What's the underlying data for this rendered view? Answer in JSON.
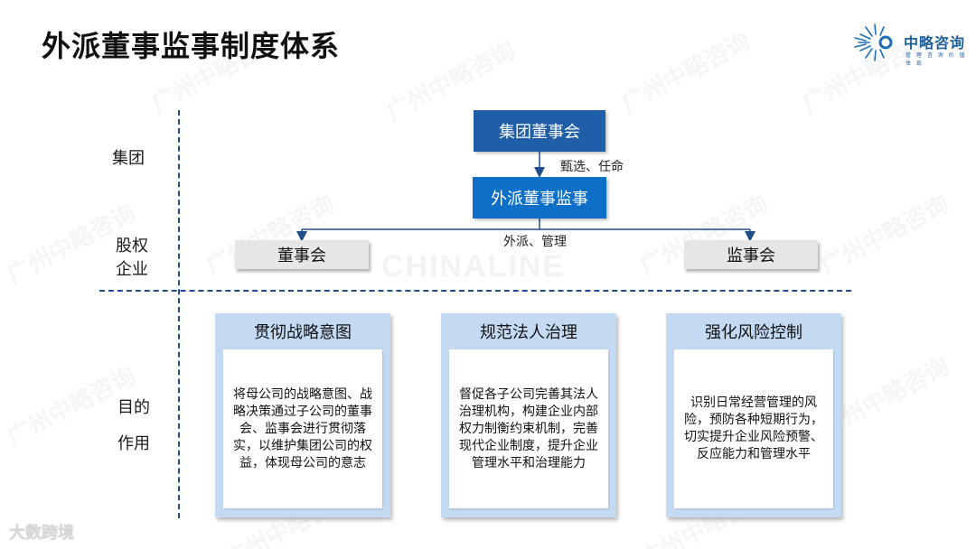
{
  "title": "外派董事监事制度体系",
  "logo": {
    "name": "中略咨询",
    "tagline": "管 理 咨 询 价 值 体 现"
  },
  "watermarks": {
    "repeat_text": "广州中略咨询",
    "center_text": "CHINALINE"
  },
  "row_labels": {
    "group": "集团",
    "equity_line1": "股权",
    "equity_line2": "企业",
    "purpose_line1": "目的",
    "purpose_line2": "作用"
  },
  "top_box": "集团董事会",
  "middle_box": "外派董事监事",
  "connector_top": "甄选、任命",
  "connector_bottom": "外派、管理",
  "left_box": "董事会",
  "right_box": "监事会",
  "cards": [
    {
      "title": "贯彻战略意图",
      "body": "将母公司的战略意图、战略决策通过子公司的董事会、监事会进行贯彻落实，以维护集团公司的权益，体现母公司的意志"
    },
    {
      "title": "规范法人治理",
      "body": "督促各子公司完善其法人治理机构，构建企业内部权力制衡约束机制，完善现代企业制度，提升企业管理水平和治理能力"
    },
    {
      "title": "强化风险控制",
      "body": "识别日常经营管理的风险，预防各种短期行为，切实提升企业风险预警、反应能力和管理水平"
    }
  ],
  "footer_logo": "大数跨境",
  "colors": {
    "dark_blue": "#1f5ea8",
    "bright_blue": "#0e6fc9",
    "card_blue": "#c3daf2",
    "grey_box": "#e6e6e6",
    "dash_line": "#1f4e8c"
  }
}
